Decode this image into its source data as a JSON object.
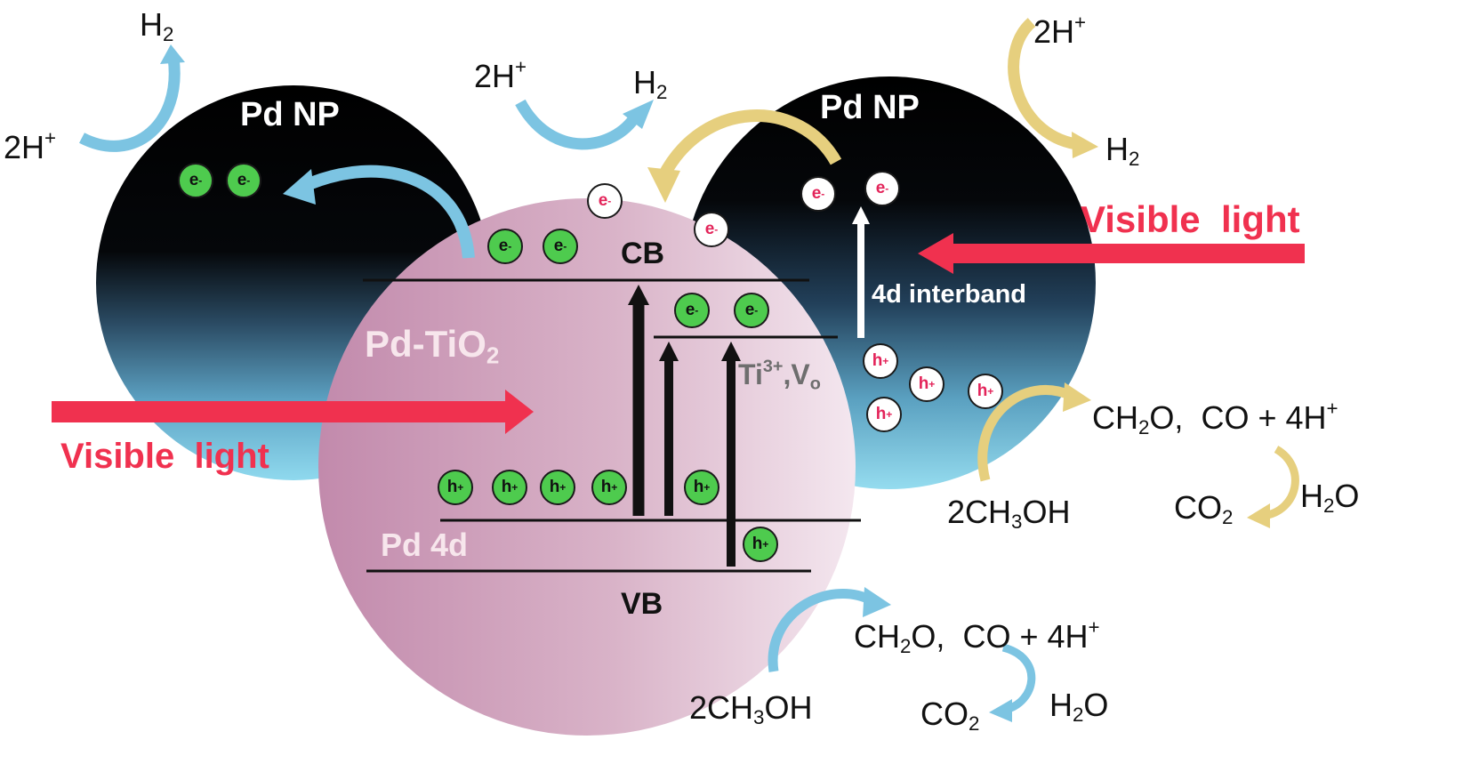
{
  "labels": {
    "pd_np_left": "Pd NP",
    "pd_np_right": "Pd NP",
    "pd_tio2_main": "Pd-TiO",
    "pd_tio2_sub": "2",
    "cb": "CB",
    "vb": "VB",
    "pd_4d": "Pd 4d",
    "interband": "4d interband",
    "defect_main": "Ti",
    "defect_sup": "3+",
    "defect_mid": ",V",
    "defect_sub": "o",
    "visible_light_left": "Visible  light",
    "visible_light_right": "Visible  light"
  },
  "reactions": {
    "left_np": {
      "proton": "2H",
      "proton_sup": "+",
      "h2": "H",
      "h2_sub": "2"
    },
    "top_center": {
      "proton": "2H",
      "proton_sup": "+",
      "h2": "H",
      "h2_sub": "2"
    },
    "right_np": {
      "proton": "2H",
      "proton_sup": "+",
      "h2": "H",
      "h2_sub": "2"
    },
    "right_oxidation": {
      "reactant": "2CH",
      "reactant_sub": "3",
      "reactant_tail": "OH",
      "product_a": "CH",
      "product_a_sub": "2",
      "product_a_tail": "O,",
      "product_b": "CO + 4H",
      "product_b_sup": "+",
      "co2": "CO",
      "co2_sub": "2",
      "water": "H",
      "water_sub": "2",
      "water_tail": "O"
    },
    "bottom_oxidation": {
      "reactant": "2CH",
      "reactant_sub": "3",
      "reactant_tail": "OH",
      "product_a": "CH",
      "product_a_sub": "2",
      "product_a_tail": "O,",
      "product_b": "CO + 4H",
      "product_b_sup": "+",
      "co2": "CO",
      "co2_sub": "2",
      "water": "H",
      "water_sub": "2",
      "water_tail": "O"
    }
  },
  "carriers": {
    "electron": "e",
    "electron_sup": "-",
    "hole": "h",
    "hole_sup": "+"
  },
  "colors": {
    "np_core": "#000000",
    "np_edge": "#7fd0e8",
    "tio2_sphere": "#d2a7bf",
    "tio2_highlight": "#f3e6ee",
    "blue_arrow": "#7cc4e2",
    "gold_arrow": "#e6cf7e",
    "red_arrow": "#f0314f",
    "electron_green": "#4ecb4e",
    "hot_carrier_red": "#e3245a"
  }
}
